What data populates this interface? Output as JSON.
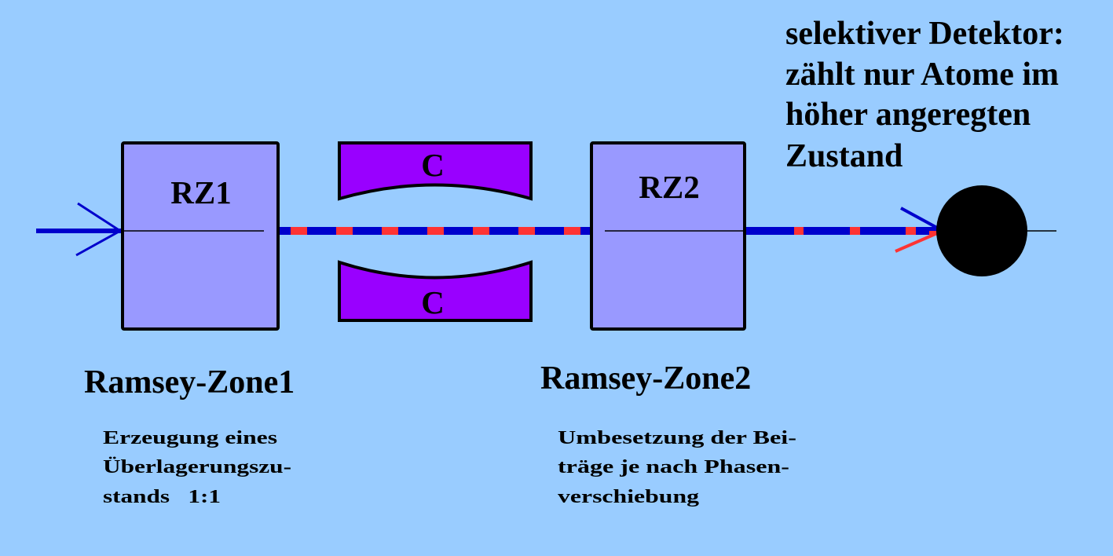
{
  "colors": {
    "background": "#99ccff",
    "ramsey_zone": "#9999ff",
    "cavity": "#9900ff",
    "beam_blue": "#0000cc",
    "beam_red": "#ff3333",
    "detector": "#000000"
  },
  "rz1": {
    "label": "RZ1",
    "title": "Ramsey-Zone1",
    "description": [
      "Erzeugung eines",
      "Überlagerungszu-",
      "stands   1:1"
    ]
  },
  "cavity": {
    "top_label": "C",
    "bottom_label": "C"
  },
  "rz2": {
    "label": "RZ2",
    "title": "Ramsey-Zone2",
    "description": [
      "Umbesetzung der Bei-",
      "träge je nach Phasen-",
      "verschiebung"
    ]
  },
  "detector": {
    "description": [
      "selektiver Detektor:",
      "zählt nur Atome im",
      "höher angeregten",
      "Zustand"
    ]
  }
}
